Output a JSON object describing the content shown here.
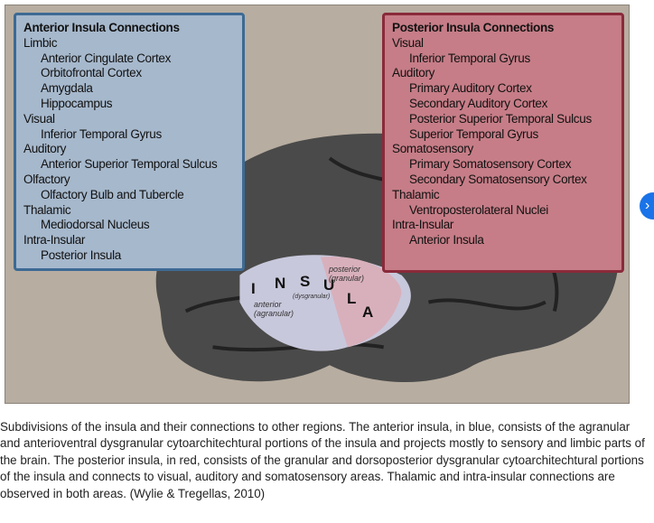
{
  "figure": {
    "anterior": {
      "title": "Anterior Insula Connections",
      "groups": [
        {
          "name": "Limbic",
          "items": [
            "Anterior Cingulate Cortex",
            "Orbitofrontal Cortex",
            "Amygdala",
            "Hippocampus"
          ]
        },
        {
          "name": "Visual",
          "items": [
            "Inferior Temporal Gyrus"
          ]
        },
        {
          "name": "Auditory",
          "items": [
            "Anterior Superior Temporal Sulcus"
          ]
        },
        {
          "name": "Olfactory",
          "items": [
            "Olfactory Bulb and Tubercle"
          ]
        },
        {
          "name": "Thalamic",
          "items": [
            "Mediodorsal Nucleus"
          ]
        },
        {
          "name": "Intra-Insular",
          "items": [
            "Posterior Insula"
          ]
        }
      ]
    },
    "posterior": {
      "title": "Posterior Insula Connections",
      "groups": [
        {
          "name": "Visual",
          "items": [
            "Inferior Temporal Gyrus"
          ]
        },
        {
          "name": "Auditory",
          "items": [
            "Primary Auditory Cortex",
            "Secondary Auditory Cortex",
            "Posterior Superior Temporal Sulcus",
            "Superior Temporal Gyrus"
          ]
        },
        {
          "name": "Somatosensory",
          "items": [
            "Primary Somatosensory Cortex",
            "Secondary Somatosensory Cortex"
          ]
        },
        {
          "name": "Thalamic",
          "items": [
            "Ventroposterolateral Nuclei"
          ]
        },
        {
          "name": "Intra-Insular",
          "items": [
            "Anterior Insula"
          ]
        }
      ]
    },
    "brain_labels": {
      "letters": [
        "I",
        "N",
        "S",
        "U",
        "L",
        "A"
      ],
      "anterior": "anterior",
      "agranular": "(agranular)",
      "dysgranular": "(dysgranular)",
      "posterior": "posterior",
      "granular": "(granular)"
    }
  },
  "caption": "Subdivisions of the insula and their connections to other regions. The anterior insula, in blue, consists of the agranular and anterioventral dysgranular cytoarchitechtural portions of the insula and projects mostly to sensory and limbic parts of the brain. The posterior insula, in red, consists of the granular and dorsoposterior dysgranular cytoarchitechtural portions of the insula and connects to visual, auditory and somatosensory areas. Thalamic and intra-insular connections are observed in both areas. (Wylie & Tregellas, 2010)",
  "next_button": "›"
}
